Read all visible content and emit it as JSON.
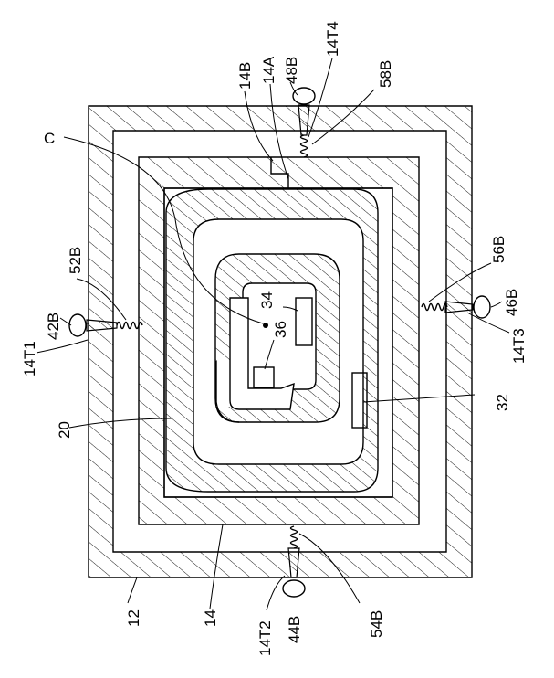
{
  "figure": {
    "labels": {
      "c": "C",
      "l14B": "14B",
      "l14A": "14A",
      "l48B": "48B",
      "l14T4": "14T4",
      "l58B": "58B",
      "l52B": "52B",
      "l42B": "42B",
      "l14T1": "14T1",
      "l56B": "56B",
      "l46B": "46B",
      "l14T3": "14T3",
      "l34": "34",
      "l36": "36",
      "l32": "32",
      "l20": "20",
      "l12": "12",
      "l14": "14",
      "l14T2": "14T2",
      "l44B": "44B",
      "l54B": "54B"
    }
  }
}
